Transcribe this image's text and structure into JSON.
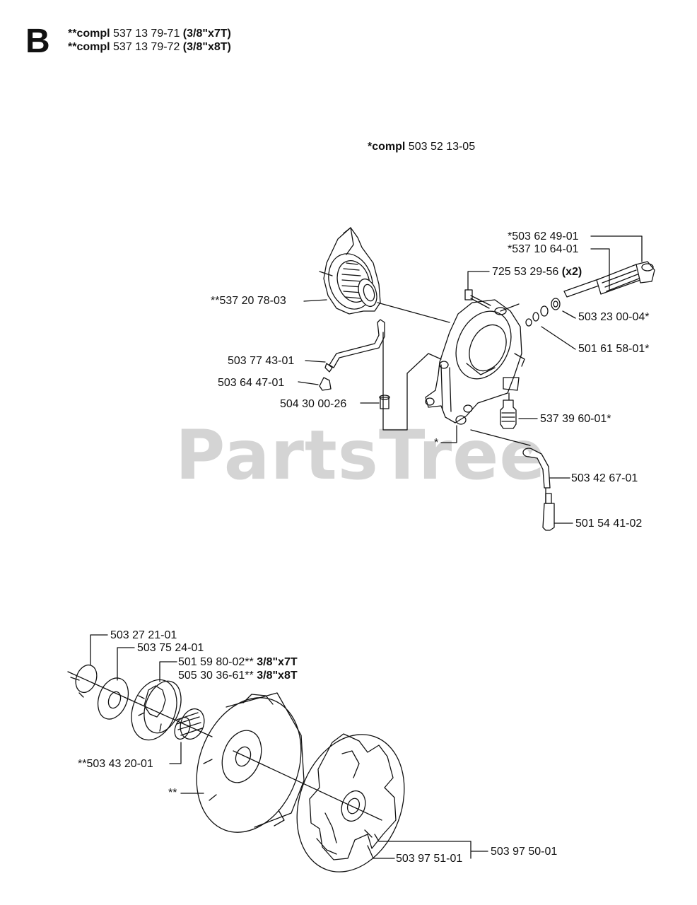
{
  "section_letter": "B",
  "header": {
    "line1_prefix": "**compl",
    "line1_number": "537 13 79-71",
    "line1_suffix": "(3/8\"x7T)",
    "line2_prefix": "**compl",
    "line2_number": "537 13 79-72",
    "line2_suffix": "(3/8\"x8T)"
  },
  "pump_assembly": {
    "prefix": "*compl",
    "number": "503 52 13-05"
  },
  "watermark": "PartsTree",
  "parts": {
    "p_503624901": "*503 62 49-01",
    "p_537106401": "*537 10 64-01",
    "p_725532956": "725 53 29-56",
    "p_725532956_qty": "(x2)",
    "p_537207803": "**537 20 78-03",
    "p_503230004": "503 23 00-04*",
    "p_501615801": "501 61 58-01*",
    "p_503774301": "503 77 43-01",
    "p_503644701": "503 64 47-01",
    "p_504300026": "504 30 00-26",
    "p_537396001": "537 39 60-01*",
    "p_star_marker": "*",
    "p_503426701": "503 42 67-01",
    "p_501544102": "501 54 41-02",
    "p_503272101": "503 27 21-01",
    "p_503752401": "503 75 24-01",
    "p_501598002": "501 59 80-02**",
    "p_501598002_size": "3/8\"x7T",
    "p_505303661": "505 30 36-61**",
    "p_505303661_size": "3/8\"x8T",
    "p_503432001": "**503 43 20-01",
    "p_drum_marker": "**",
    "p_503975101": "503 97 51-01",
    "p_503975001": "503 97 50-01"
  }
}
